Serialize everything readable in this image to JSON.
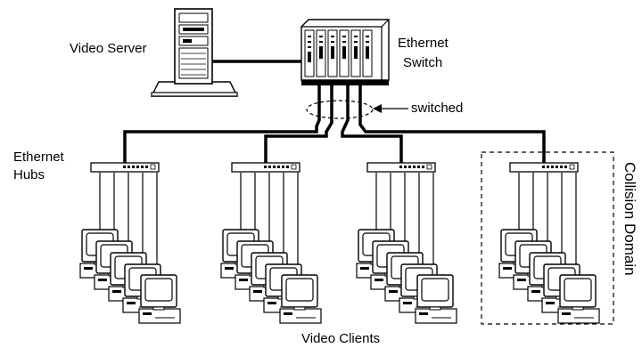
{
  "labels": {
    "video_server": "Video Server",
    "ethernet_switch_line1": "Ethernet",
    "ethernet_switch_line2": "Switch",
    "switched": "switched",
    "ethernet_hubs_line1": "Ethernet",
    "ethernet_hubs_line2": "Hubs",
    "collision_domain": "Collision Domain",
    "video_clients": "Video Clients"
  },
  "network": {
    "hub_count": 4,
    "clients_per_hub": 5,
    "collision_domain_highlighted_hub": 4
  },
  "colors": {
    "line": "#000000",
    "fill": "#ffffff",
    "device_gray": "#e8e8e8"
  }
}
